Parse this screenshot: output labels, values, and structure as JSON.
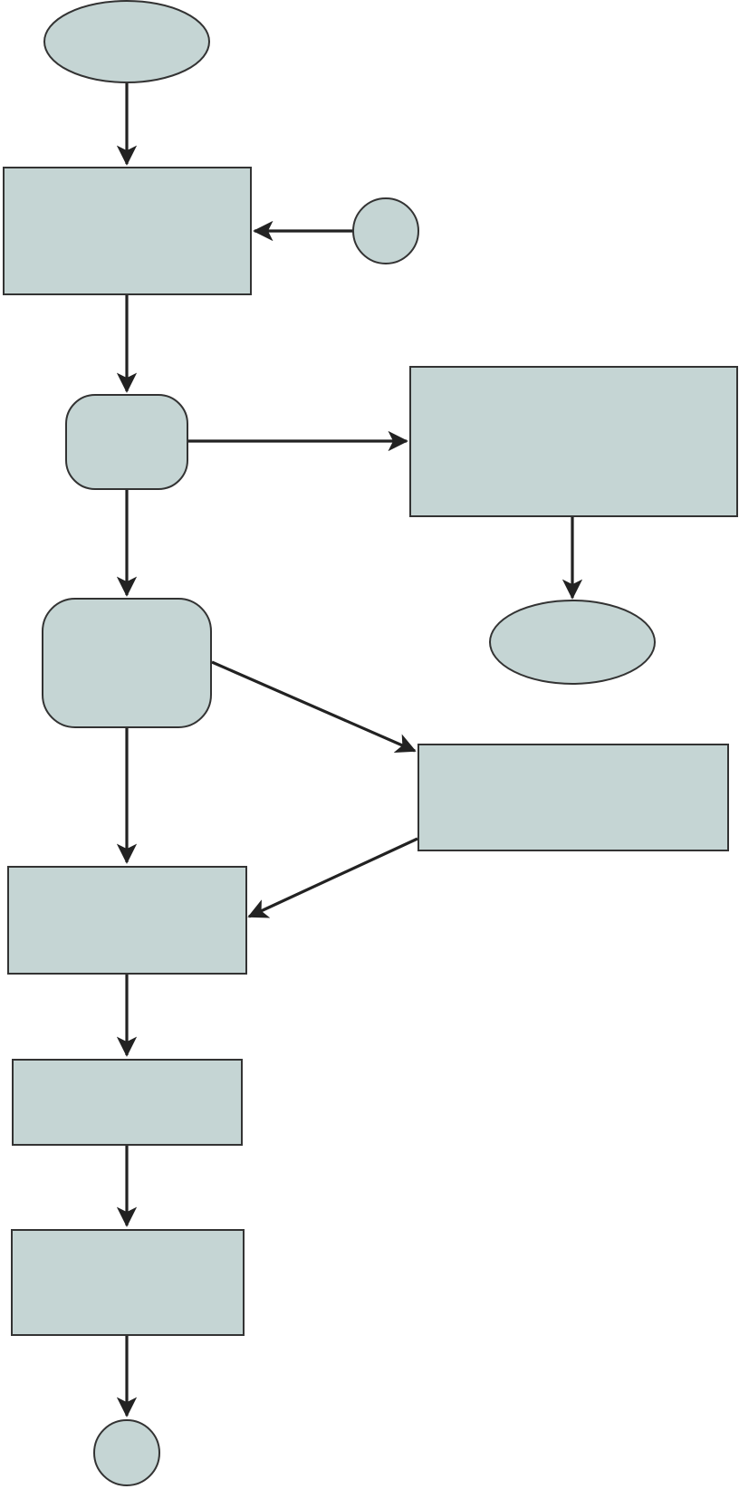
{
  "diagram": {
    "type": "flowchart",
    "colors": {
      "node_fill": "#c5d5d4",
      "node_stroke": "#333333",
      "edge": "#222222",
      "background": "#ffffff"
    },
    "nodes": [
      {
        "id": "start-oval",
        "shape": "ellipse",
        "label": ""
      },
      {
        "id": "box-1",
        "shape": "rectangle",
        "label": ""
      },
      {
        "id": "input-circle",
        "shape": "circle",
        "label": ""
      },
      {
        "id": "decision-1",
        "shape": "rounded-rectangle",
        "label": ""
      },
      {
        "id": "side-box-1",
        "shape": "rectangle",
        "label": ""
      },
      {
        "id": "side-end-oval",
        "shape": "ellipse",
        "label": ""
      },
      {
        "id": "decision-2",
        "shape": "rounded-rectangle",
        "label": ""
      },
      {
        "id": "side-box-2",
        "shape": "rectangle",
        "label": ""
      },
      {
        "id": "box-2",
        "shape": "rectangle",
        "label": ""
      },
      {
        "id": "box-3",
        "shape": "rectangle",
        "label": ""
      },
      {
        "id": "box-4",
        "shape": "rectangle",
        "label": ""
      },
      {
        "id": "end-circle",
        "shape": "circle",
        "label": ""
      }
    ],
    "edges": [
      {
        "from": "start-oval",
        "to": "box-1"
      },
      {
        "from": "input-circle",
        "to": "box-1"
      },
      {
        "from": "box-1",
        "to": "decision-1"
      },
      {
        "from": "decision-1",
        "to": "side-box-1"
      },
      {
        "from": "side-box-1",
        "to": "side-end-oval"
      },
      {
        "from": "decision-1",
        "to": "decision-2"
      },
      {
        "from": "decision-2",
        "to": "side-box-2"
      },
      {
        "from": "decision-2",
        "to": "box-2"
      },
      {
        "from": "side-box-2",
        "to": "box-2"
      },
      {
        "from": "box-2",
        "to": "box-3"
      },
      {
        "from": "box-3",
        "to": "box-4"
      },
      {
        "from": "box-4",
        "to": "end-circle"
      }
    ]
  }
}
